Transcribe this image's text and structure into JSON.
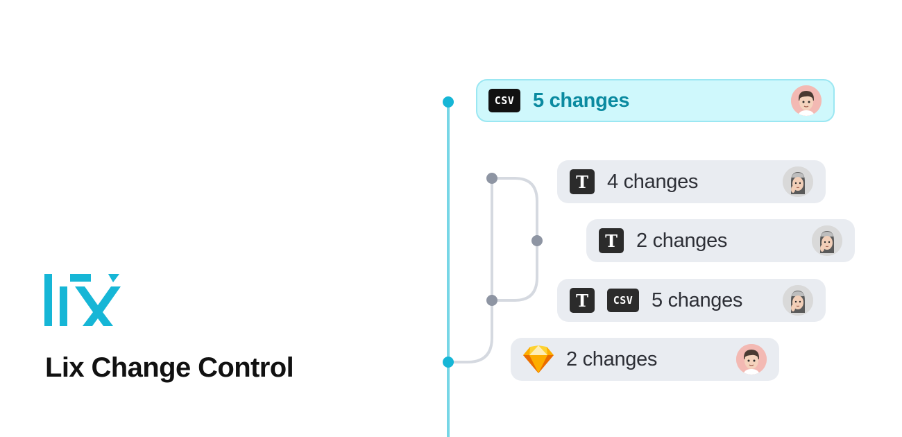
{
  "brand": {
    "logo_icon": "lix-logo",
    "title": "Lix Change Control",
    "accent_color": "#16b6d6"
  },
  "timeline": {
    "main_line_color": "#76d6e6",
    "branch_line_color": "#d5d9e0",
    "main_node_color": "#16b6d6",
    "branch_node_color": "#8e95a3"
  },
  "changes": [
    {
      "count_label": "5 changes",
      "file_types": [
        "csv"
      ],
      "author_icon": "male-avatar-icon",
      "active": true
    },
    {
      "count_label": "4 changes",
      "file_types": [
        "text"
      ],
      "author_icon": "female-avatar-icon",
      "active": false
    },
    {
      "count_label": "2 changes",
      "file_types": [
        "text"
      ],
      "author_icon": "female-avatar-icon",
      "active": false
    },
    {
      "count_label": "5 changes",
      "file_types": [
        "text",
        "csv"
      ],
      "author_icon": "female-avatar-icon",
      "active": false
    },
    {
      "count_label": "2 changes",
      "file_types": [
        "sketch"
      ],
      "author_icon": "male-avatar-icon",
      "active": false
    }
  ],
  "badges": {
    "csv": "CSV",
    "text": "T"
  }
}
